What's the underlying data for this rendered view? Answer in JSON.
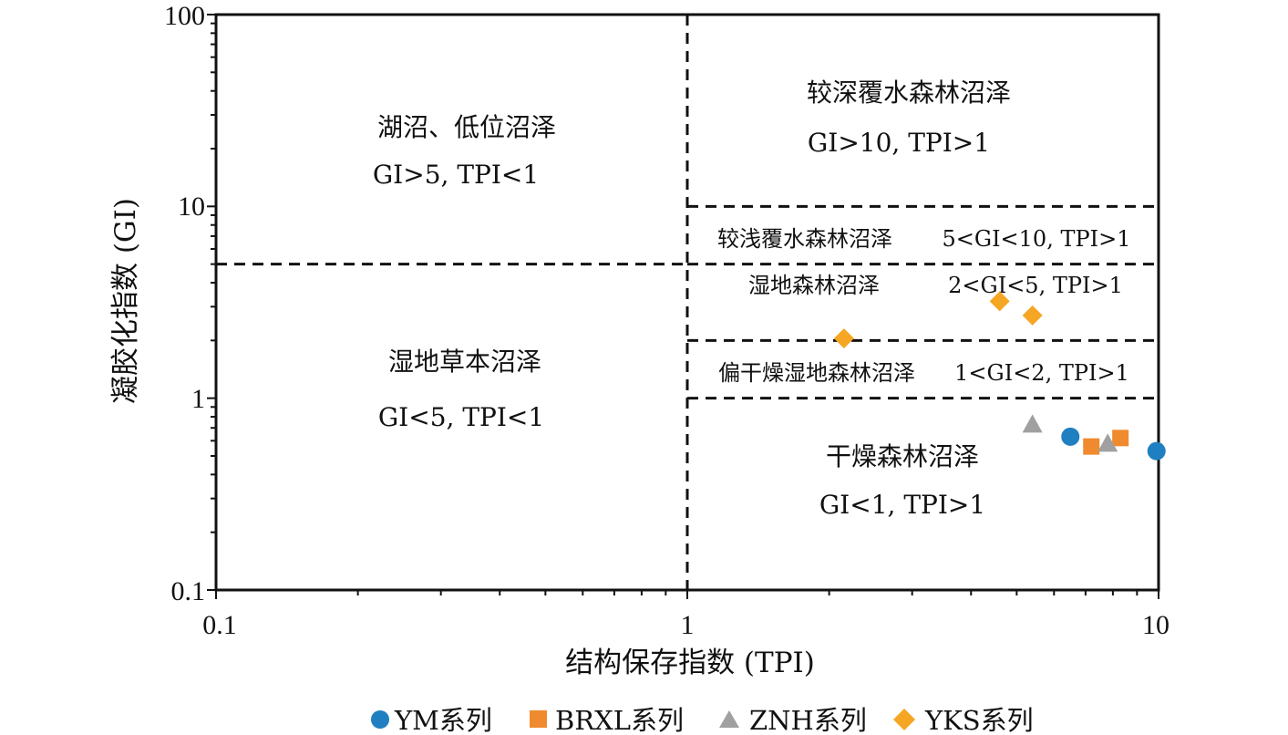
{
  "chart_data": {
    "type": "scatter",
    "xscale": "log",
    "yscale": "log",
    "xlim": [
      0.1,
      10
    ],
    "ylim": [
      0.1,
      100
    ],
    "xlabel": "结构保存指数 (TPI)",
    "ylabel": "凝胶化指数 (GI)",
    "x_ticks": [
      "0.1",
      "1",
      "10"
    ],
    "y_ticks": [
      "0.1",
      "1",
      "10",
      "100"
    ],
    "legend_position": "bottom",
    "grid": false,
    "regions": [
      {
        "name": "湖沼、低位沼泽",
        "condition": "GI>5,  TPI<1"
      },
      {
        "name": "湿地草本沼泽",
        "condition": "GI<5,  TPI<1"
      },
      {
        "name": "较深覆水森林沼泽",
        "condition": "GI>10,  TPI>1"
      },
      {
        "name": "较浅覆水森林沼泽",
        "condition": "5<GI<10,  TPI>1"
      },
      {
        "name": "湿地森林沼泽",
        "condition": "2<GI<5,  TPI>1"
      },
      {
        "name": "偏干燥湿地森林沼泽",
        "condition": "1<GI<2,  TPI>1"
      },
      {
        "name": "干燥森林沼泽",
        "condition": "GI<1,  TPI>1"
      }
    ],
    "series": [
      {
        "name": "YM系列",
        "marker": "circle",
        "color": "#1f7fc0",
        "points": [
          {
            "x": 6.5,
            "y": 0.63
          },
          {
            "x": 9.9,
            "y": 0.53
          }
        ]
      },
      {
        "name": "BRXL系列",
        "marker": "square",
        "color": "#f08a2e",
        "points": [
          {
            "x": 7.2,
            "y": 0.56
          },
          {
            "x": 8.3,
            "y": 0.62
          }
        ]
      },
      {
        "name": "ZNH系列",
        "marker": "triangle",
        "color": "#a0a0a0",
        "points": [
          {
            "x": 5.4,
            "y": 0.73
          },
          {
            "x": 7.8,
            "y": 0.58
          }
        ]
      },
      {
        "name": "YKS系列",
        "marker": "diamond",
        "color": "#f5a623",
        "points": [
          {
            "x": 2.15,
            "y": 2.05
          },
          {
            "x": 4.6,
            "y": 3.2
          },
          {
            "x": 5.4,
            "y": 2.7
          }
        ]
      }
    ]
  }
}
